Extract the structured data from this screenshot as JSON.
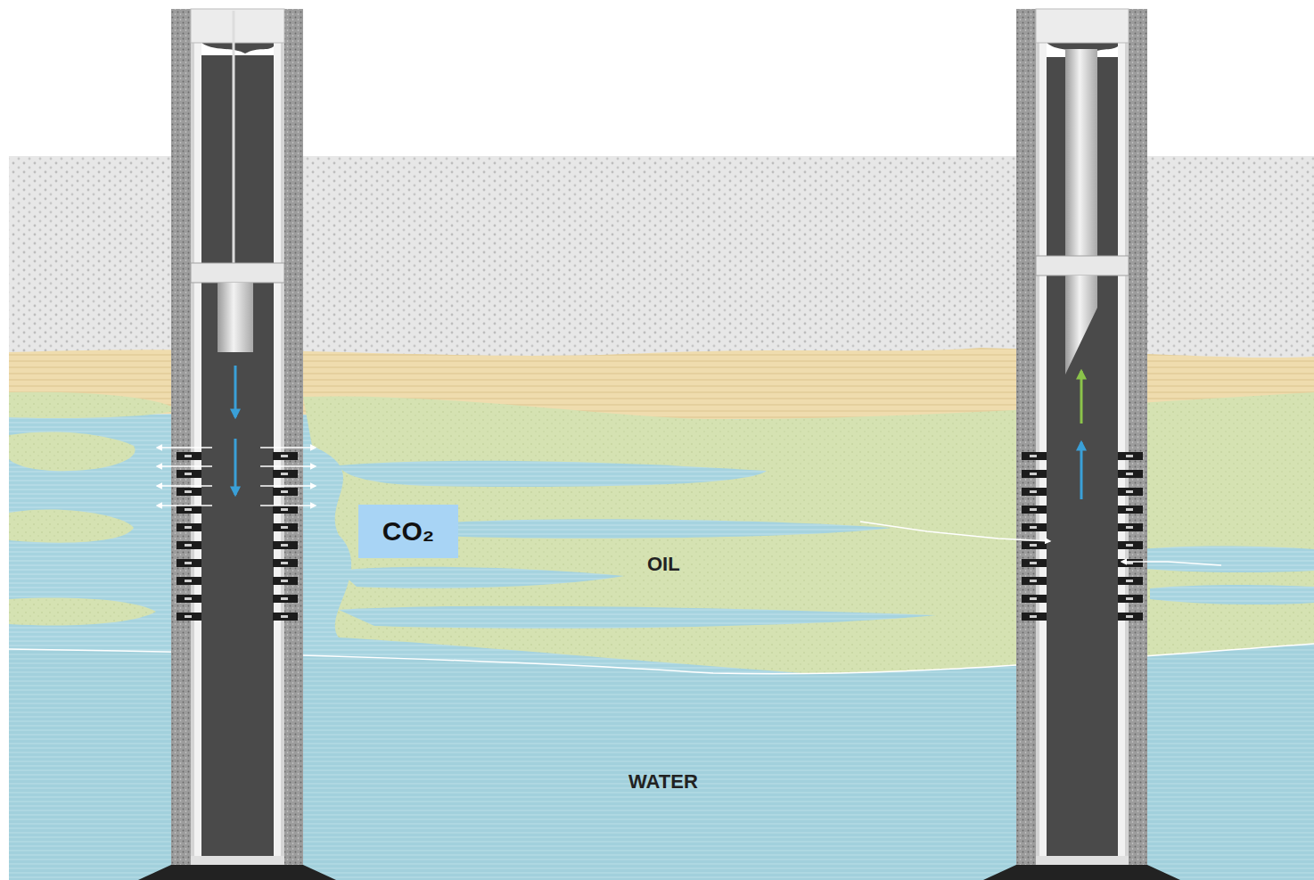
{
  "diagram": {
    "nodes": [
      {
        "text": [
          "CO₂"
        ]
      }
    ],
    "labels": [
      "OIL",
      "WATER"
    ]
  }
}
